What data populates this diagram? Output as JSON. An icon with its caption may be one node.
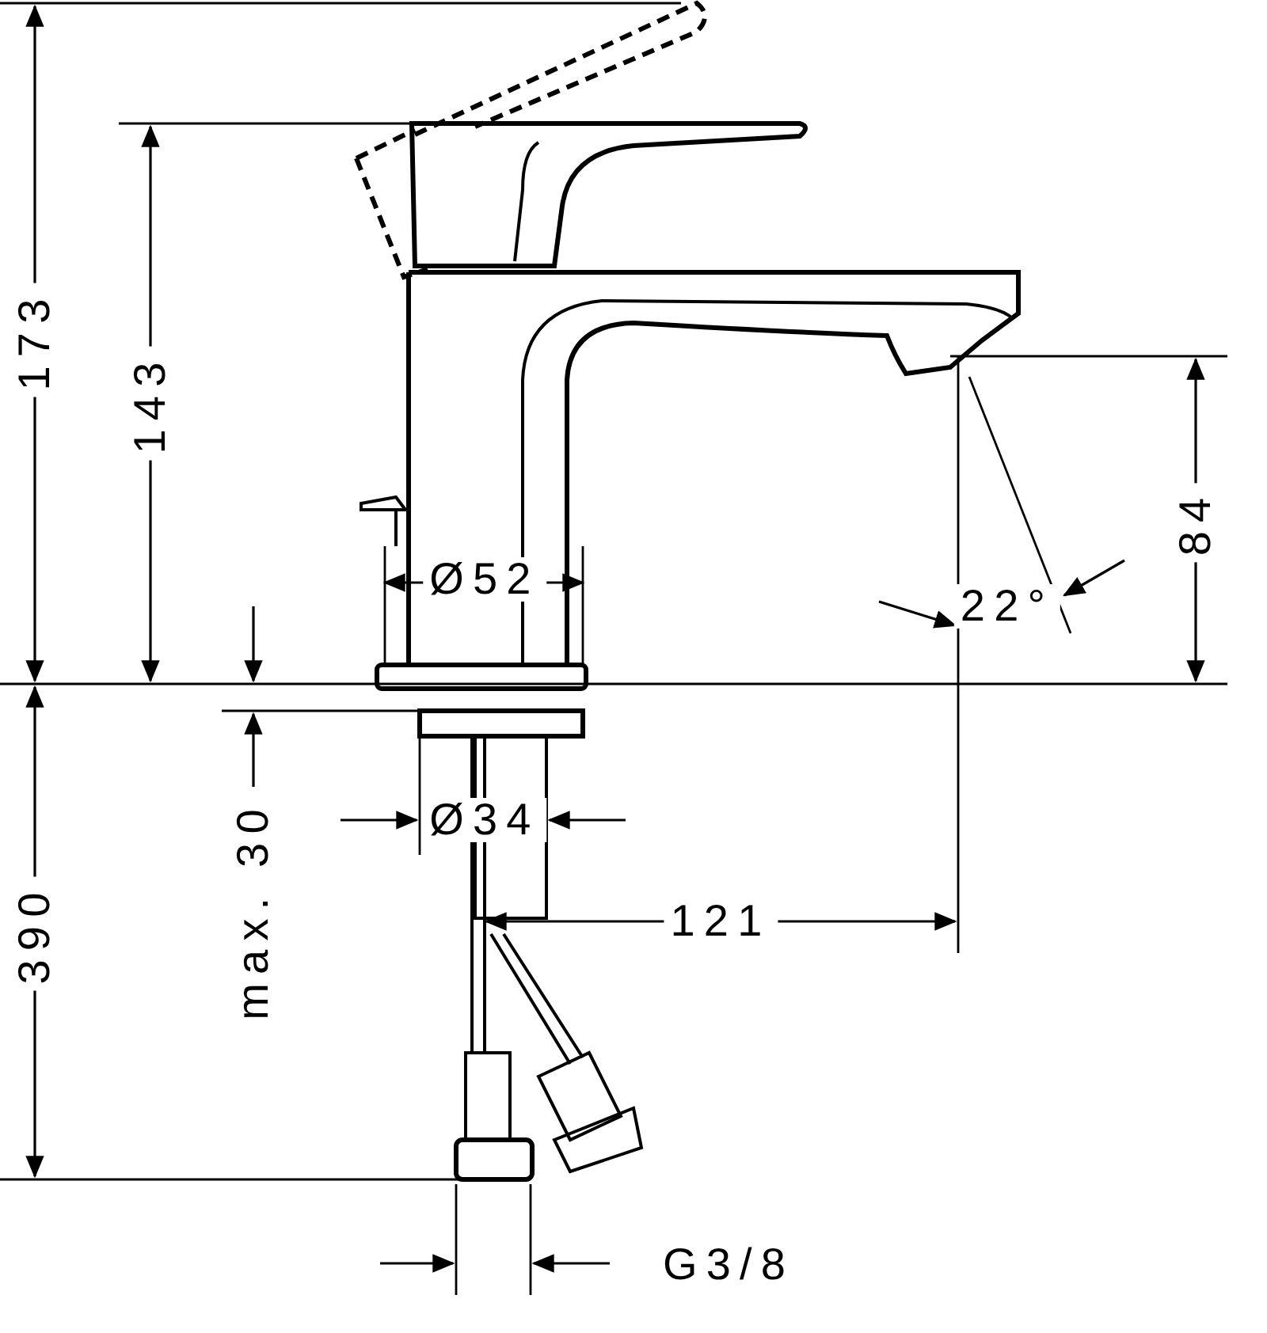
{
  "diagram": {
    "labels": [
      "173",
      "143",
      "Ø52",
      "84",
      "22°",
      "max. 30",
      "Ø34",
      "390",
      "121",
      "G3/8"
    ]
  }
}
